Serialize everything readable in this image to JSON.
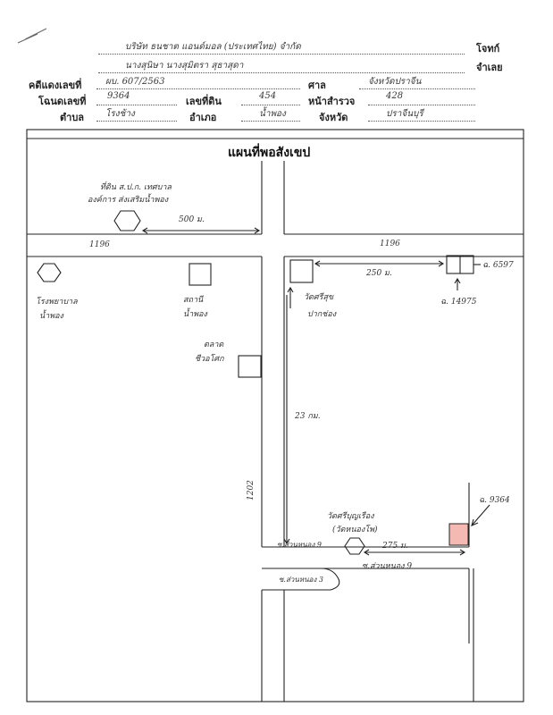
{
  "header": {
    "plaintiff_label": "โจทก์",
    "plaintiff_value": "บริษัท ธนชาต แอนด์มอล (ประเทศไทย) จำกัด",
    "defendant_label": "จำเลย",
    "defendant_value": "นางสุนิษา นางสุมิตรา สุธาสุดา",
    "case_label": "คดีแดงเลขที่",
    "case_value": "ผบ. 607/2563",
    "court_label": "ศาล",
    "court_value": "จังหวัดปราจีน",
    "deed_label": "โฉนดเลขที่",
    "deed_value": "9364",
    "landno_label": "เลขที่ดิน",
    "landno_value": "454",
    "survey_label": "หน้าสำรวจ",
    "survey_value": "428",
    "subdistrict_label": "ตำบล",
    "subdistrict_value": "โรงช้าง",
    "district_label": "อำเภอ",
    "district_value": "น้ำพอง",
    "province_label": "จังหวัด",
    "province_value": "ปราจีนบุรี"
  },
  "map": {
    "title": "แผนที่พอสังเขป",
    "labels": {
      "top_place": "ที่ดิน ส.ป.ก. เทศบาล",
      "top_place_2": "องค์การ ส่งเสริมน้ำพอง",
      "dist_500": "500 ม.",
      "road_1196_left": "1196",
      "road_1196_right": "1196",
      "dist_250": "250 ม.",
      "ref_deed": "ฉ. 6597",
      "hospital": "โรงพยาบาล",
      "hospital_2": "น้ำพอง",
      "police": "สถานี",
      "police_2": "น้ำพอง",
      "temple": "วัดศรีสุข",
      "temple_2": "ปากช่อง",
      "ref_deed_2": "ฉ. 14975",
      "market": "ตลาด",
      "market_2": "ชีวอโศก",
      "dist_23km": "23 กม.",
      "road_vertical": "1202",
      "target_deed": "ฉ. 9364",
      "target_place": "วัดศรีบุญเรือง",
      "target_place_2": "(วัดหนองโพ)",
      "soi_1": "ซ.ส่วนหนอง 9",
      "soi_2": "ซ.ส่วนหนอง 3",
      "dist_275": "275 ม.",
      "soi_3": "ซ.ส่วนหนอง 9"
    },
    "colors": {
      "target_fill": "#f4b9b2",
      "line": "#222222"
    }
  }
}
